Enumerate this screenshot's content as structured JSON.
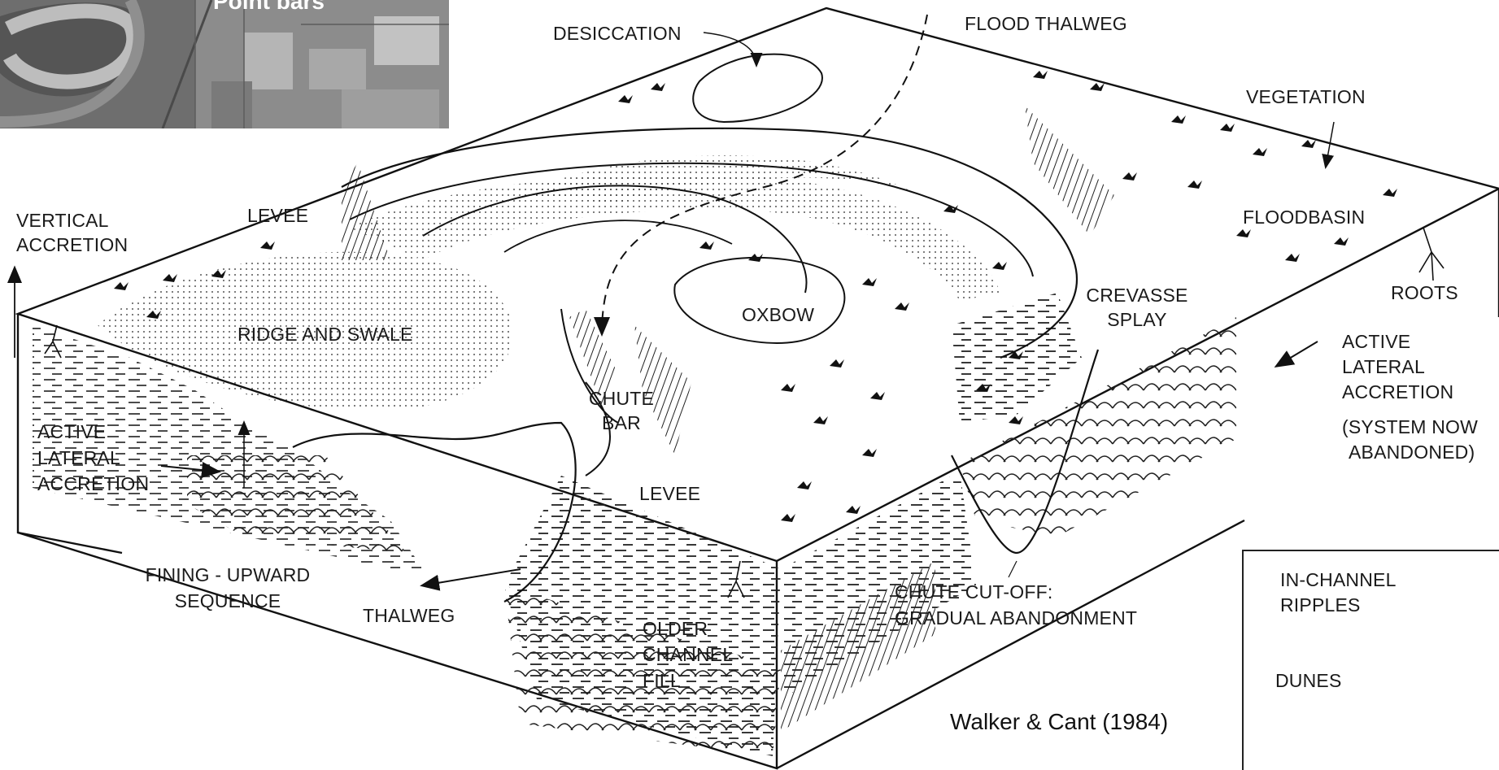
{
  "photo": {
    "caption": "Point bars",
    "description_icon": "aerial-photo"
  },
  "labels": {
    "desiccation": "DESICCATION",
    "flood_thalweg": "FLOOD THALWEG",
    "vegetation": "VEGETATION",
    "vertical_accretion_1": "VERTICAL",
    "vertical_accretion_2": "ACCRETION",
    "levee_top": "LEVEE",
    "floodbasin": "FLOODBASIN",
    "roots": "ROOTS",
    "ridge_and_swale": "RIDGE AND SWALE",
    "oxbow": "OXBOW",
    "crevasse_1": "CREVASSE",
    "crevasse_2": "SPLAY",
    "active_lateral_right_1": "ACTIVE",
    "active_lateral_right_2": "LATERAL",
    "active_lateral_right_3": "ACCRETION",
    "system_abandoned_1": "(SYSTEM NOW",
    "system_abandoned_2": "ABANDONED)",
    "chute_bar_1": "CHUTE",
    "chute_bar_2": "BAR",
    "active_lateral_left_1": "ACTIVE",
    "active_lateral_left_2": "LATERAL",
    "active_lateral_left_3": "ACCRETION",
    "levee_mid": "LEVEE",
    "fining_upward_1": "FINING - UPWARD",
    "fining_upward_2": "SEQUENCE",
    "thalweg": "THALWEG",
    "older_channel_1": "OLDER",
    "older_channel_2": "CHANNEL",
    "older_channel_3": "FILL",
    "chute_cutoff_1": "CHUTE CUT-OFF:",
    "chute_cutoff_2": "GRADUAL ABANDONMENT"
  },
  "legend": {
    "ripples_1": "IN-CHANNEL",
    "ripples_2": "RIPPLES",
    "dunes": "DUNES"
  },
  "citation": "Walker & Cant (1984)",
  "colors": {
    "ink": "#1a1a1a",
    "paper": "#ffffff",
    "photo_dark": "#5a5a5a",
    "photo_river": "#9a9a9a"
  }
}
